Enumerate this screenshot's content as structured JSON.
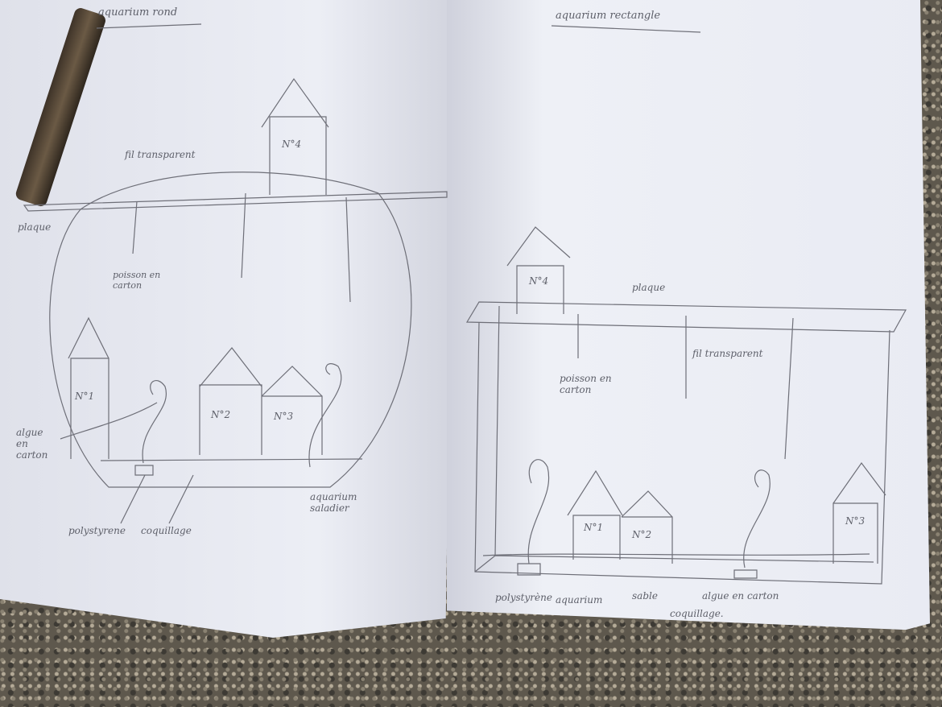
{
  "left_sketch": {
    "title": "aquarium rond",
    "labels": {
      "wire": "fil transparent",
      "plate": "plaque",
      "fish": "poisson en carton",
      "house4": "N°4",
      "house1": "N°1",
      "house2": "N°2",
      "house3": "N°3",
      "seaweed": "algue en carton",
      "polystyrene": "polystyrene",
      "shell": "coquillage",
      "aquarium": "aquarium saladier"
    }
  },
  "right_sketch": {
    "title": "aquarium rectangle",
    "labels": {
      "plate": "plaque",
      "house4": "N°4",
      "wire": "fil transparent",
      "fish": "poisson en carton",
      "house1": "N°1",
      "house2": "N°2",
      "house3": "N°3",
      "polystyrene": "polystyrène",
      "aquarium": "aquarium",
      "sand": "sable",
      "shell": "coquillage.",
      "seaweed": "algue en carton"
    }
  }
}
